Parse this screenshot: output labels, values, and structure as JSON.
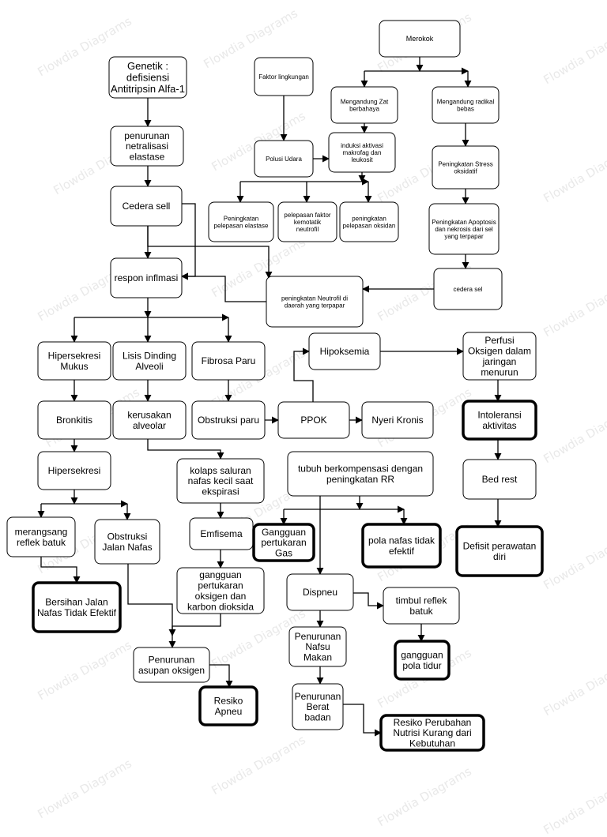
{
  "watermark": "Flowdia Diagrams",
  "nodes": {
    "genetik": [
      "Genetik :",
      "defisiensi",
      "Antitripsin Alfa-1"
    ],
    "penurunan_netralisasi": [
      "penurunan",
      "netralisasi",
      "elastase"
    ],
    "cedera_sell": [
      "Cedera sell"
    ],
    "respon_inflamasi": [
      "respon inflmasi"
    ],
    "merokok": [
      "Merokok"
    ],
    "faktor_lingkungan": [
      "Faktor lingkungan"
    ],
    "zat_berbahaya": [
      "Mengandung Zat",
      "berbahaya"
    ],
    "radikal_bebas": [
      "Mengandung radikal",
      "bebas"
    ],
    "polusi_udara": [
      "Polusi Udara"
    ],
    "induksi_aktivasi": [
      "induksi aktivasi",
      "makrofag dan",
      "leukosit"
    ],
    "stress_oksidatif": [
      "Peningkatan Stress",
      "oksidatif"
    ],
    "pelepasan_elastase": [
      "Peningkatan",
      "pelepasan elastase"
    ],
    "faktor_kemotatik": [
      "pelepasan faktor",
      "kemotatik",
      "neutrofil"
    ],
    "pelepasan_oksidan": [
      "peningkatan",
      "pelepasan oksidan"
    ],
    "apoptosis": [
      "Peningkatan Apoptosis",
      "dan nekrosis dari sel",
      "yang terpapar"
    ],
    "cedera_sel": [
      "cedera sel"
    ],
    "neutrofil": [
      "peningkatan Neutrofil di",
      "daerah yang terpapar"
    ],
    "hipersekresi_mukus": [
      "Hipersekresi",
      "Mukus"
    ],
    "lisis_dinding": [
      "Lisis Dinding",
      "Alveoli"
    ],
    "fibrosa_paru": [
      "Fibrosa Paru"
    ],
    "hipoksemia": [
      "Hipoksemia"
    ],
    "perfusi": [
      "Perfusi",
      "Oksigen dalam",
      "jaringan",
      "menurun"
    ],
    "bronkitis": [
      "Bronkitis"
    ],
    "kerusakan_alveolar": [
      "kerusakan",
      "alveolar"
    ],
    "obstruksi_paru": [
      "Obstruksi paru"
    ],
    "ppok": [
      "PPOK"
    ],
    "nyeri_kronis": [
      "Nyeri Kronis"
    ],
    "intoleransi": [
      "Intoleransi",
      "aktivitas"
    ],
    "hipersekresi": [
      "Hipersekresi"
    ],
    "kolaps": [
      "kolaps saluran",
      "nafas kecil saat",
      "ekspirasi"
    ],
    "tubuh_berkompensasi": [
      "tubuh berkompensasi dengan",
      "peningkatan RR"
    ],
    "bed_rest": [
      "Bed rest"
    ],
    "merangsang": [
      "merangsang",
      "reflek batuk"
    ],
    "obstruksi_jalan": [
      "Obstruksi",
      "Jalan Nafas"
    ],
    "emfisema": [
      "Emfisema"
    ],
    "gangguan_pertukaran_gas": [
      "Gangguan",
      "pertukaran",
      "Gas"
    ],
    "pola_nafas": [
      "pola nafas tidak",
      "efektif"
    ],
    "defisit": [
      "Defisit perawatan",
      "diri"
    ],
    "bersihan": [
      "Bersihan Jalan",
      "Nafas Tidak Efektif"
    ],
    "gangguan_oksigen": [
      "gangguan",
      "pertukaran",
      "oksigen dan",
      "karbon dioksida"
    ],
    "dispneu": [
      "Dispneu"
    ],
    "refleks_batuk": [
      "timbul reflek",
      "batuk"
    ],
    "penurunan_nafsu": [
      "Penurunan",
      "Nafsu",
      "Makan"
    ],
    "gangguan_tidur": [
      "gangguan",
      "pola tidur"
    ],
    "penurunan_asupan": [
      "Penurunan",
      "asupan oksigen"
    ],
    "resiko_apneu": [
      "Resiko",
      "Apneu"
    ],
    "penurunan_bb": [
      "Penurunan",
      "Berat",
      "badan"
    ],
    "resiko_nutrisi": [
      "Resiko Perubahan",
      "Nutrisi Kurang dari",
      "Kebutuhan"
    ]
  }
}
